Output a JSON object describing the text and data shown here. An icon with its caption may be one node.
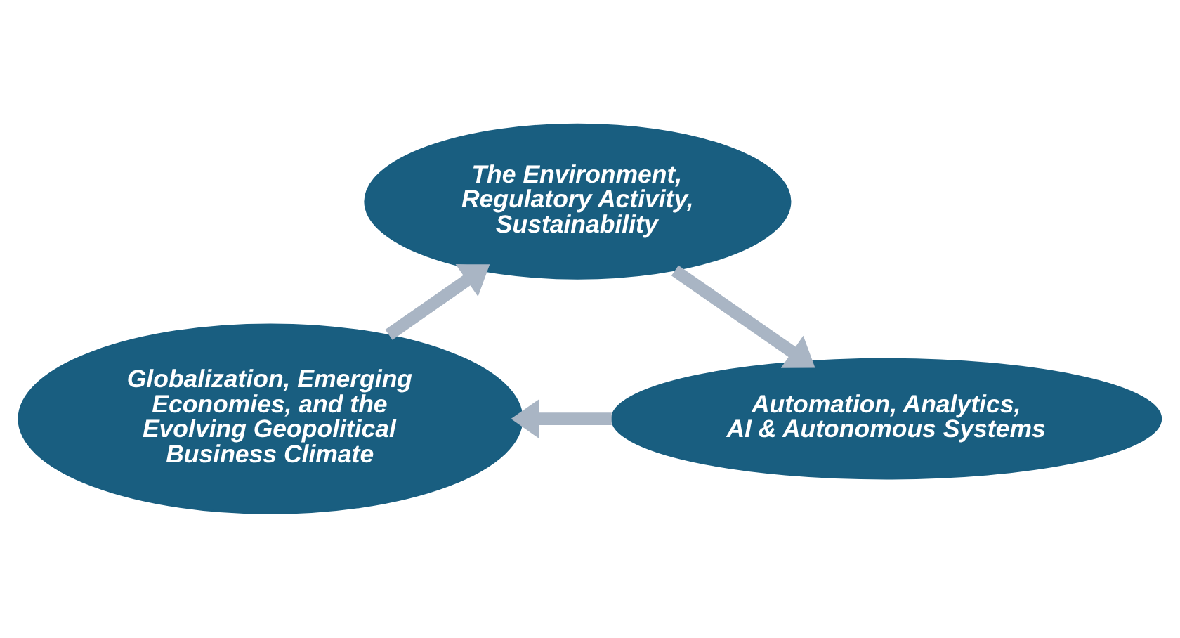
{
  "diagram": {
    "nodes": [
      {
        "text": [
          "The Environment, Regulatory Activity, Sustainability"
        ]
      },
      {
        "text": [
          "Globalization, Emerging Economies, and the Evolving Geopolitical Business Climate"
        ]
      },
      {
        "text": [
          "Automation, Analytics, AI & Autonomous Systems"
        ]
      }
    ],
    "edges": [
      {
        "from": 1,
        "to": 0,
        "arrow": "to"
      },
      {
        "from": 0,
        "to": 2,
        "arrow": "to"
      },
      {
        "from": 2,
        "to": 1,
        "arrow": "to"
      }
    ]
  }
}
